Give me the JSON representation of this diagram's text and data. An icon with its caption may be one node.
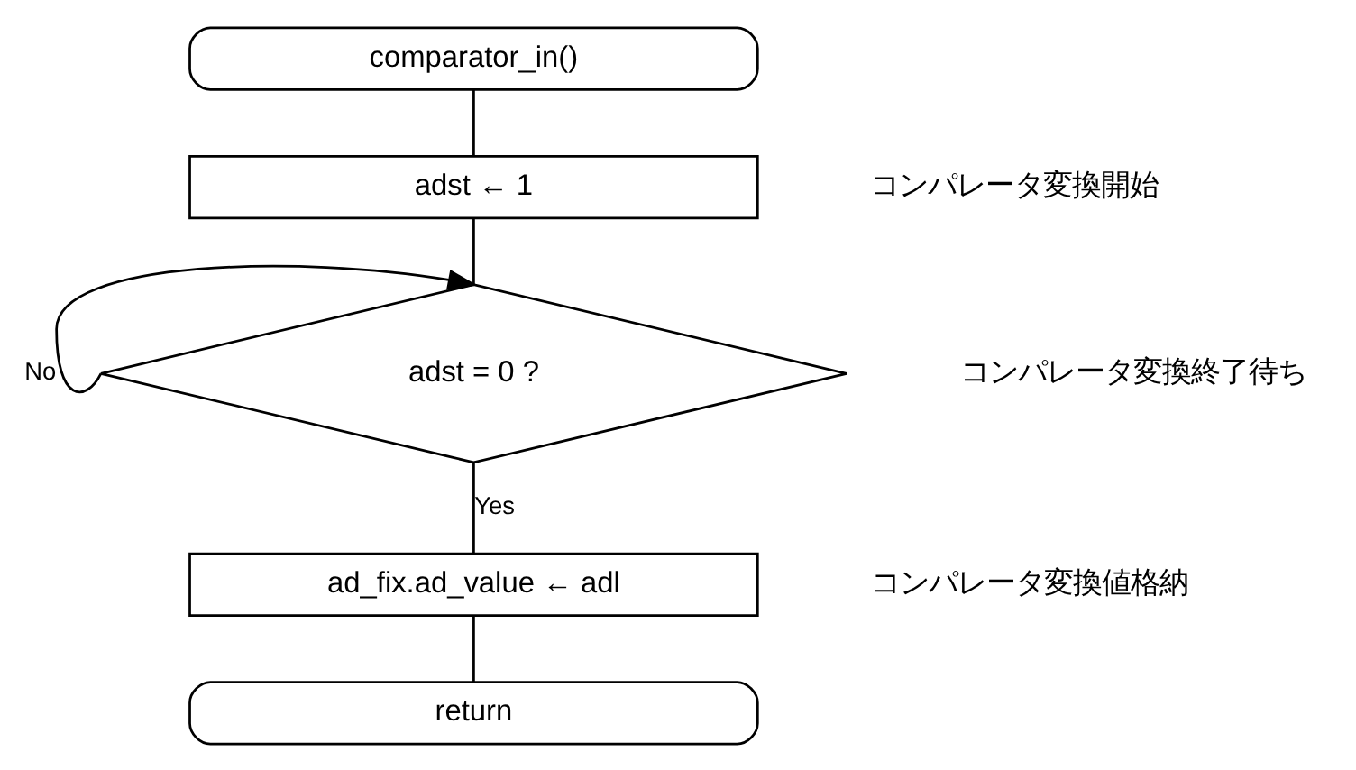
{
  "diagram": {
    "nodes": [
      {
        "text": [
          "comparator_in()"
        ]
      },
      {
        "text": [
          "adst ← 1"
        ]
      },
      {
        "text": [
          "adst = 0 ?"
        ]
      },
      {
        "text": [
          "ad_fix.ad_value ← adl"
        ]
      },
      {
        "text": [
          "return"
        ]
      }
    ],
    "edges": [
      {
        "from": 0,
        "to": 1,
        "arrow": "none"
      },
      {
        "from": 1,
        "to": 2,
        "arrow": "none"
      },
      {
        "from": 2,
        "to": 2,
        "arrow": "to",
        "label": "No"
      },
      {
        "from": 2,
        "to": 3,
        "arrow": "none",
        "label": "Yes"
      },
      {
        "from": 3,
        "to": 4,
        "arrow": "none"
      }
    ],
    "labels": [
      "コンパレータ変換開始",
      "コンパレータ変換終了待ち",
      "コンパレータ変換値格納"
    ]
  }
}
